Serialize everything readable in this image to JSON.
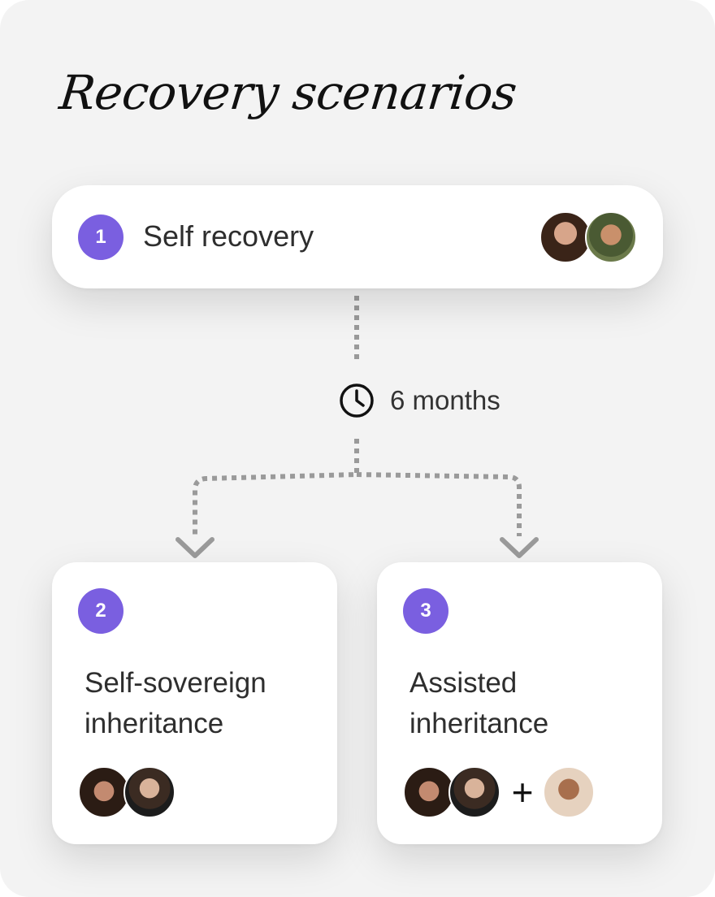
{
  "title": "Recovery scenarios",
  "duration": {
    "icon": "clock-icon",
    "label": "6 months"
  },
  "scenarios": [
    {
      "number": "1",
      "label": "Self recovery",
      "avatars": [
        "person-avatar",
        "person-avatar"
      ]
    },
    {
      "number": "2",
      "label": "Self-sovereign inheritance",
      "avatars": [
        "person-avatar",
        "person-avatar"
      ]
    },
    {
      "number": "3",
      "label": "Assisted inheritance",
      "avatars": [
        "person-avatar",
        "person-avatar",
        "person-avatar"
      ],
      "joiner": "+"
    }
  ],
  "colors": {
    "badge": "#7a5fe0",
    "connector": "#9a9a9a",
    "panel": "#f3f3f3"
  }
}
